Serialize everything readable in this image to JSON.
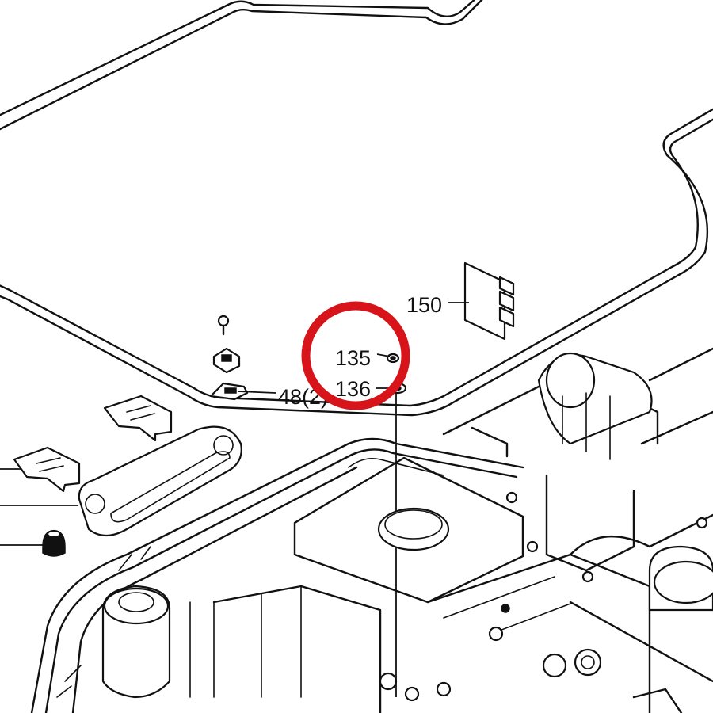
{
  "callouts": {
    "c150": "150",
    "c135": "135",
    "c136": "136",
    "c48": "48(2)"
  },
  "highlight": {
    "color": "#d7141a",
    "target": "135"
  },
  "colors": {
    "line": "#111111",
    "background": "#ffffff"
  }
}
